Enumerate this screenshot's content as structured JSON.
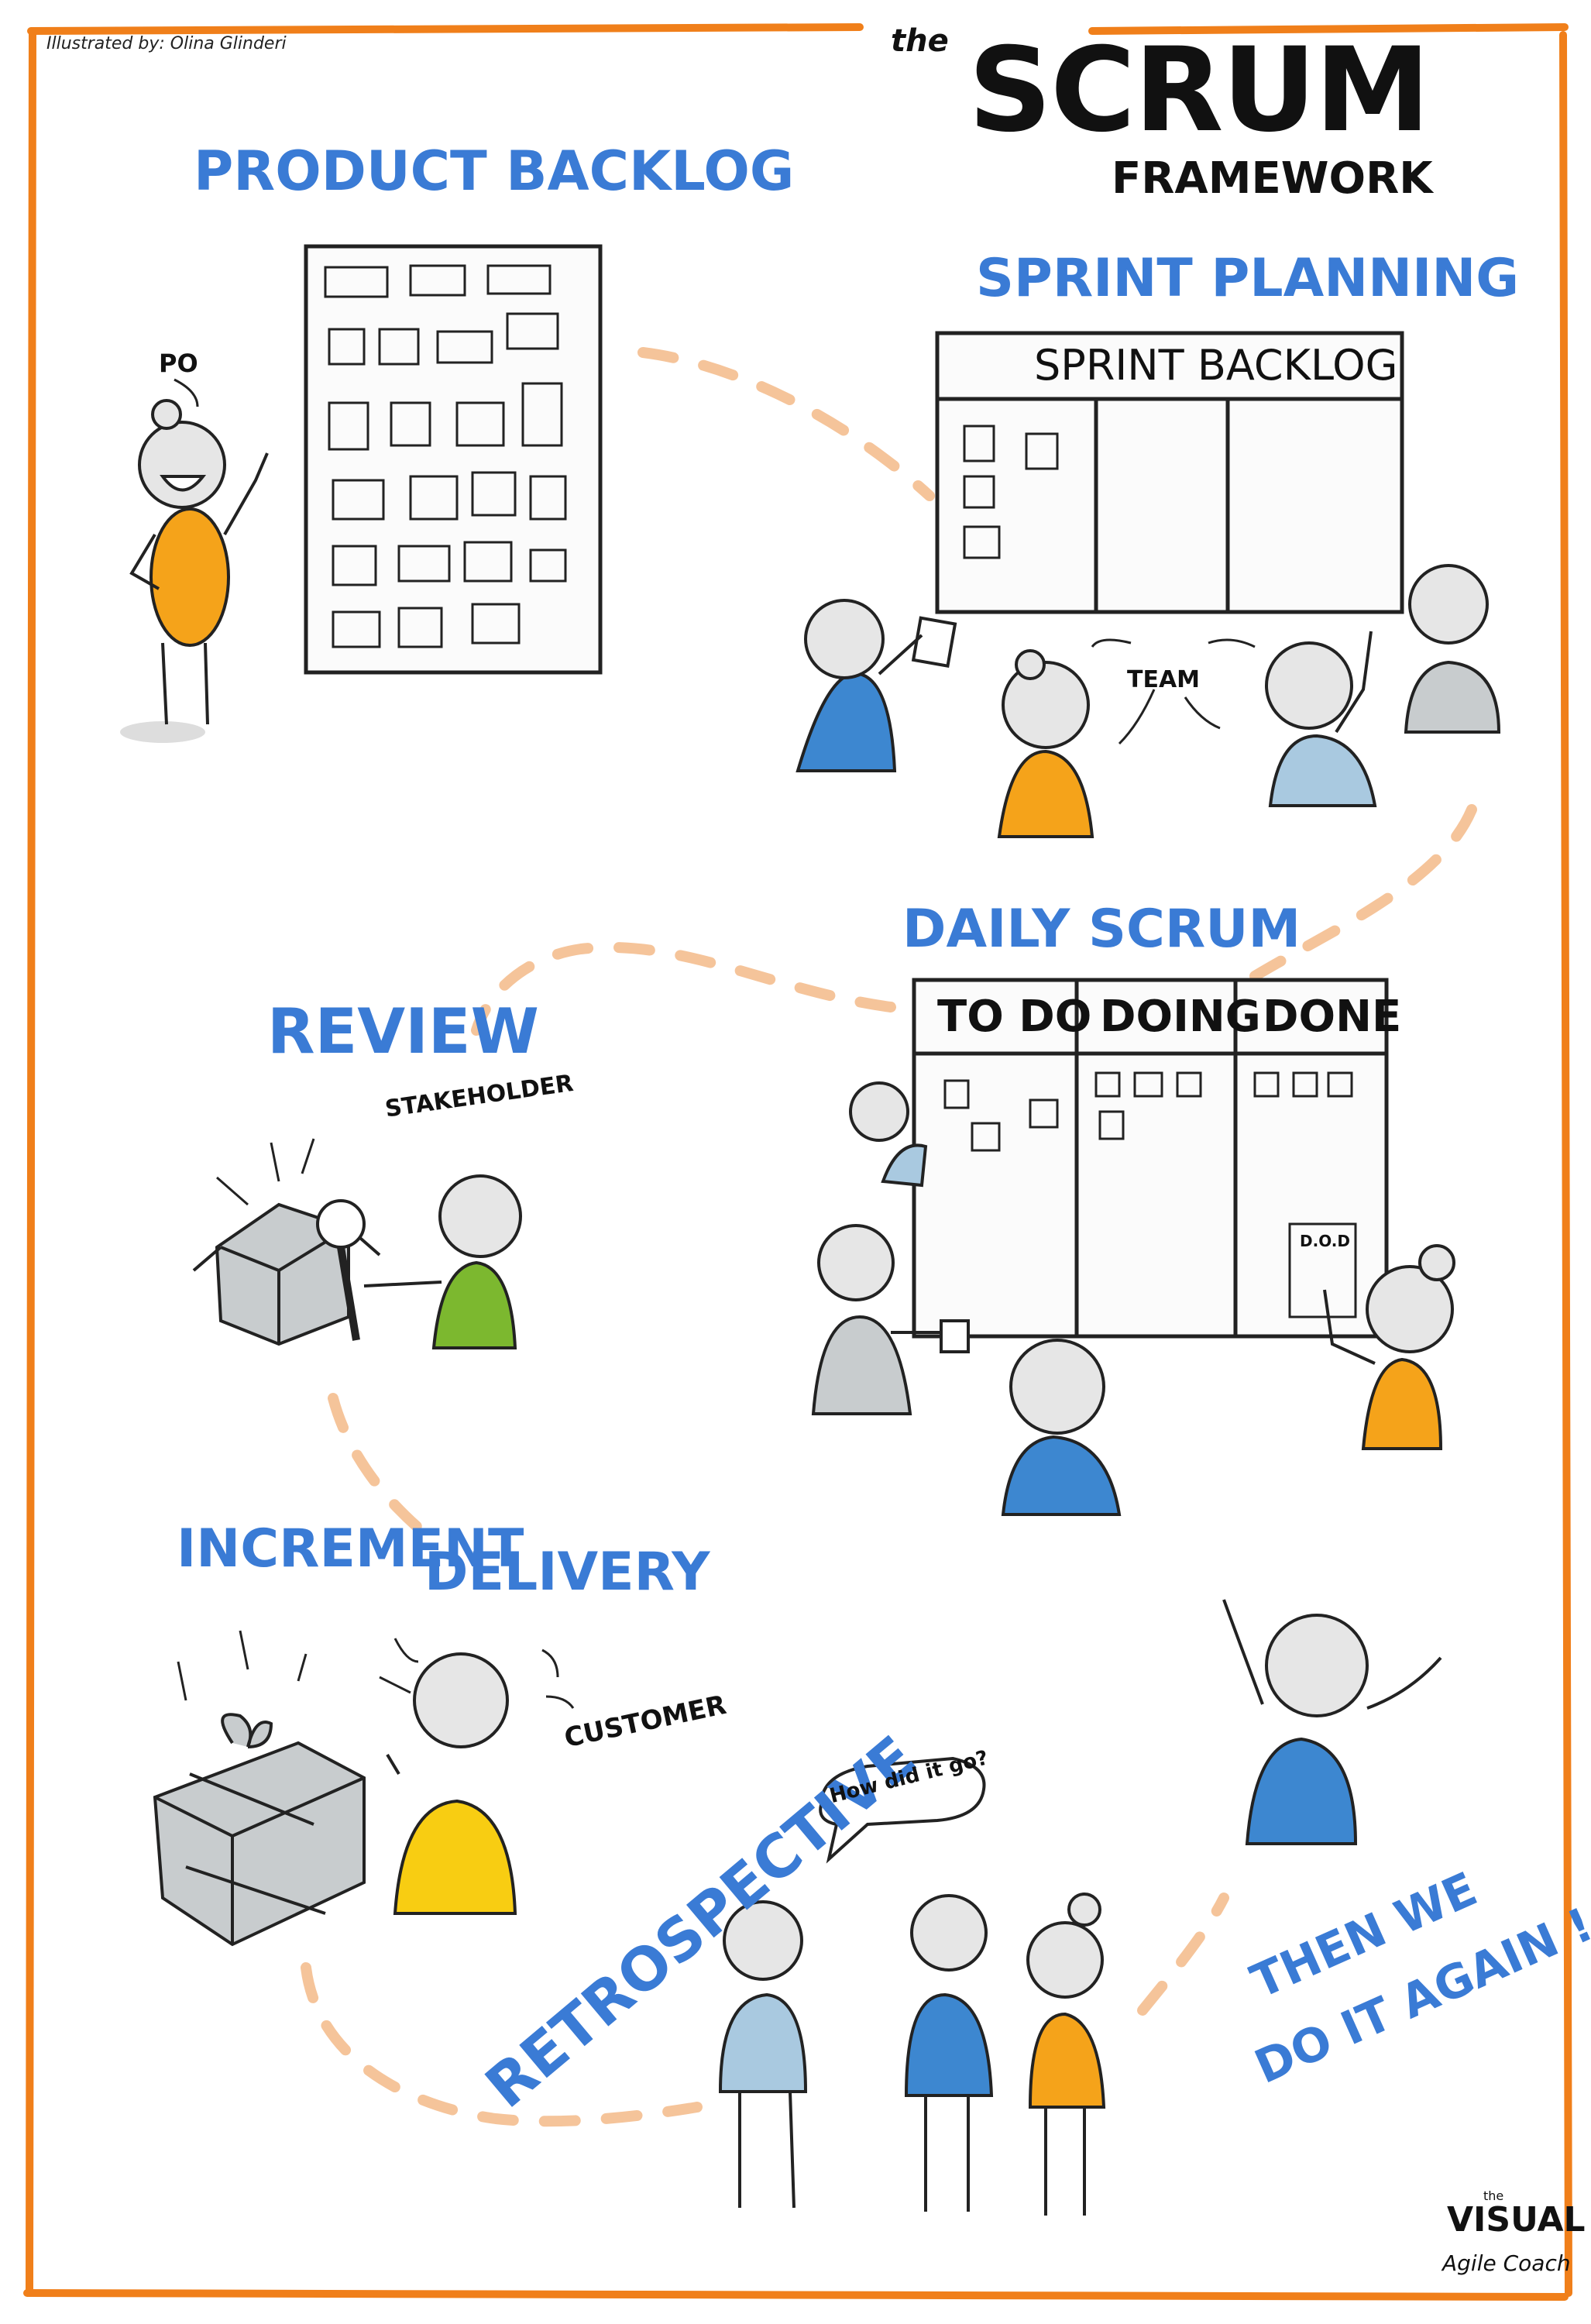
{
  "credit": "Illustrated by: Olina Glinderi",
  "title": {
    "prefix": "the",
    "main": "SCRUM",
    "sub": "FRAMEWORK"
  },
  "sections": {
    "product_backlog": "PRODUCT BACKLOG",
    "po_label": "PO",
    "sprint_planning": "SPRINT PLANNING",
    "sprint_backlog": "SPRINT BACKLOG",
    "team": "TEAM",
    "daily_scrum": "DAILY SCRUM",
    "board_columns": [
      "TO DO",
      "DOING",
      "DONE"
    ],
    "dod": "D.O.D",
    "review": "REVIEW",
    "stakeholder": "STAKEHOLDER",
    "increment_delivery_1": "INCREMENT",
    "increment_delivery_2": "DELIVERY",
    "customer": "CUSTOMER",
    "retrospective": "RETROSPECTIVE",
    "speech": "How did it go?",
    "then_again_1": "THEN WE",
    "then_again_2": "DO IT AGAIN !"
  },
  "logo": {
    "small": "the",
    "line1": "VISUAL",
    "line2": "Agile Coach"
  },
  "colors": {
    "frame": "#f07f1a",
    "path": "#f5c49a",
    "blue_text": "#3a7bd5",
    "person_orange": "#f5a31a",
    "person_blue": "#3d87d0",
    "person_light_blue": "#a9c9e0",
    "person_grey": "#c8ccce",
    "person_green": "#7cb82f",
    "person_yellow": "#f8cd12"
  }
}
